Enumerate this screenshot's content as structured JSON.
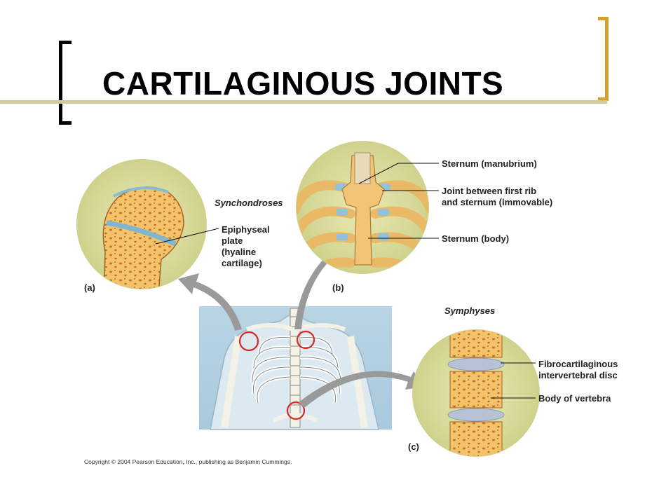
{
  "slide": {
    "title": "CARTILAGINOUS JOINTS",
    "accent_color": "#d4a12c",
    "underline_color": "#d2cc98"
  },
  "figure": {
    "panel_a": {
      "letter": "(a)",
      "heading": "Synchondroses",
      "label_lines": [
        "Epiphyseal",
        "plate",
        "(hyaline",
        "cartilage)"
      ]
    },
    "panel_b": {
      "letter": "(b)",
      "labels": [
        "Sternum (manubrium)",
        "Joint between first rib",
        "and sternum (immovable)",
        "Sternum (body)"
      ]
    },
    "panel_c": {
      "letter": "(c)",
      "heading": "Symphyses",
      "labels": [
        "Fibrocartilaginous",
        "intervertebral disc",
        "Body of vertebra"
      ]
    },
    "copyright": "Copyright © 2004 Pearson Education, Inc., publishing as Benjamin Cummings."
  }
}
